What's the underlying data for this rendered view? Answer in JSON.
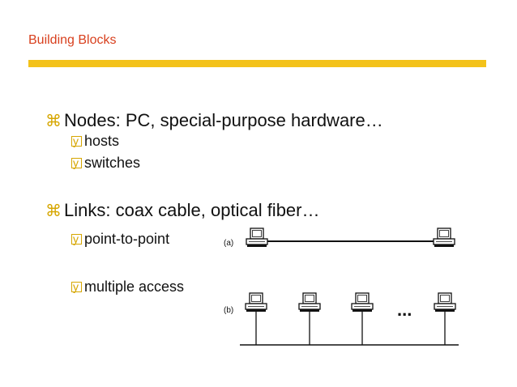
{
  "slide": {
    "title": "Building Blocks"
  },
  "bullets": {
    "nodes": {
      "text": "Nodes: PC, special-purpose hardware…",
      "sub": [
        "hosts",
        "switches"
      ]
    },
    "links": {
      "text": "Links: coax cable, optical fiber…",
      "sub": [
        "point-to-point",
        "multiple access"
      ]
    }
  },
  "diagram": {
    "label_a": "(a)",
    "label_b": "(b)",
    "ellipsis": "..."
  },
  "colors": {
    "title": "#d8401e",
    "accent_bar": "#f3c21a",
    "bullet_glyph": "#d6a600"
  }
}
